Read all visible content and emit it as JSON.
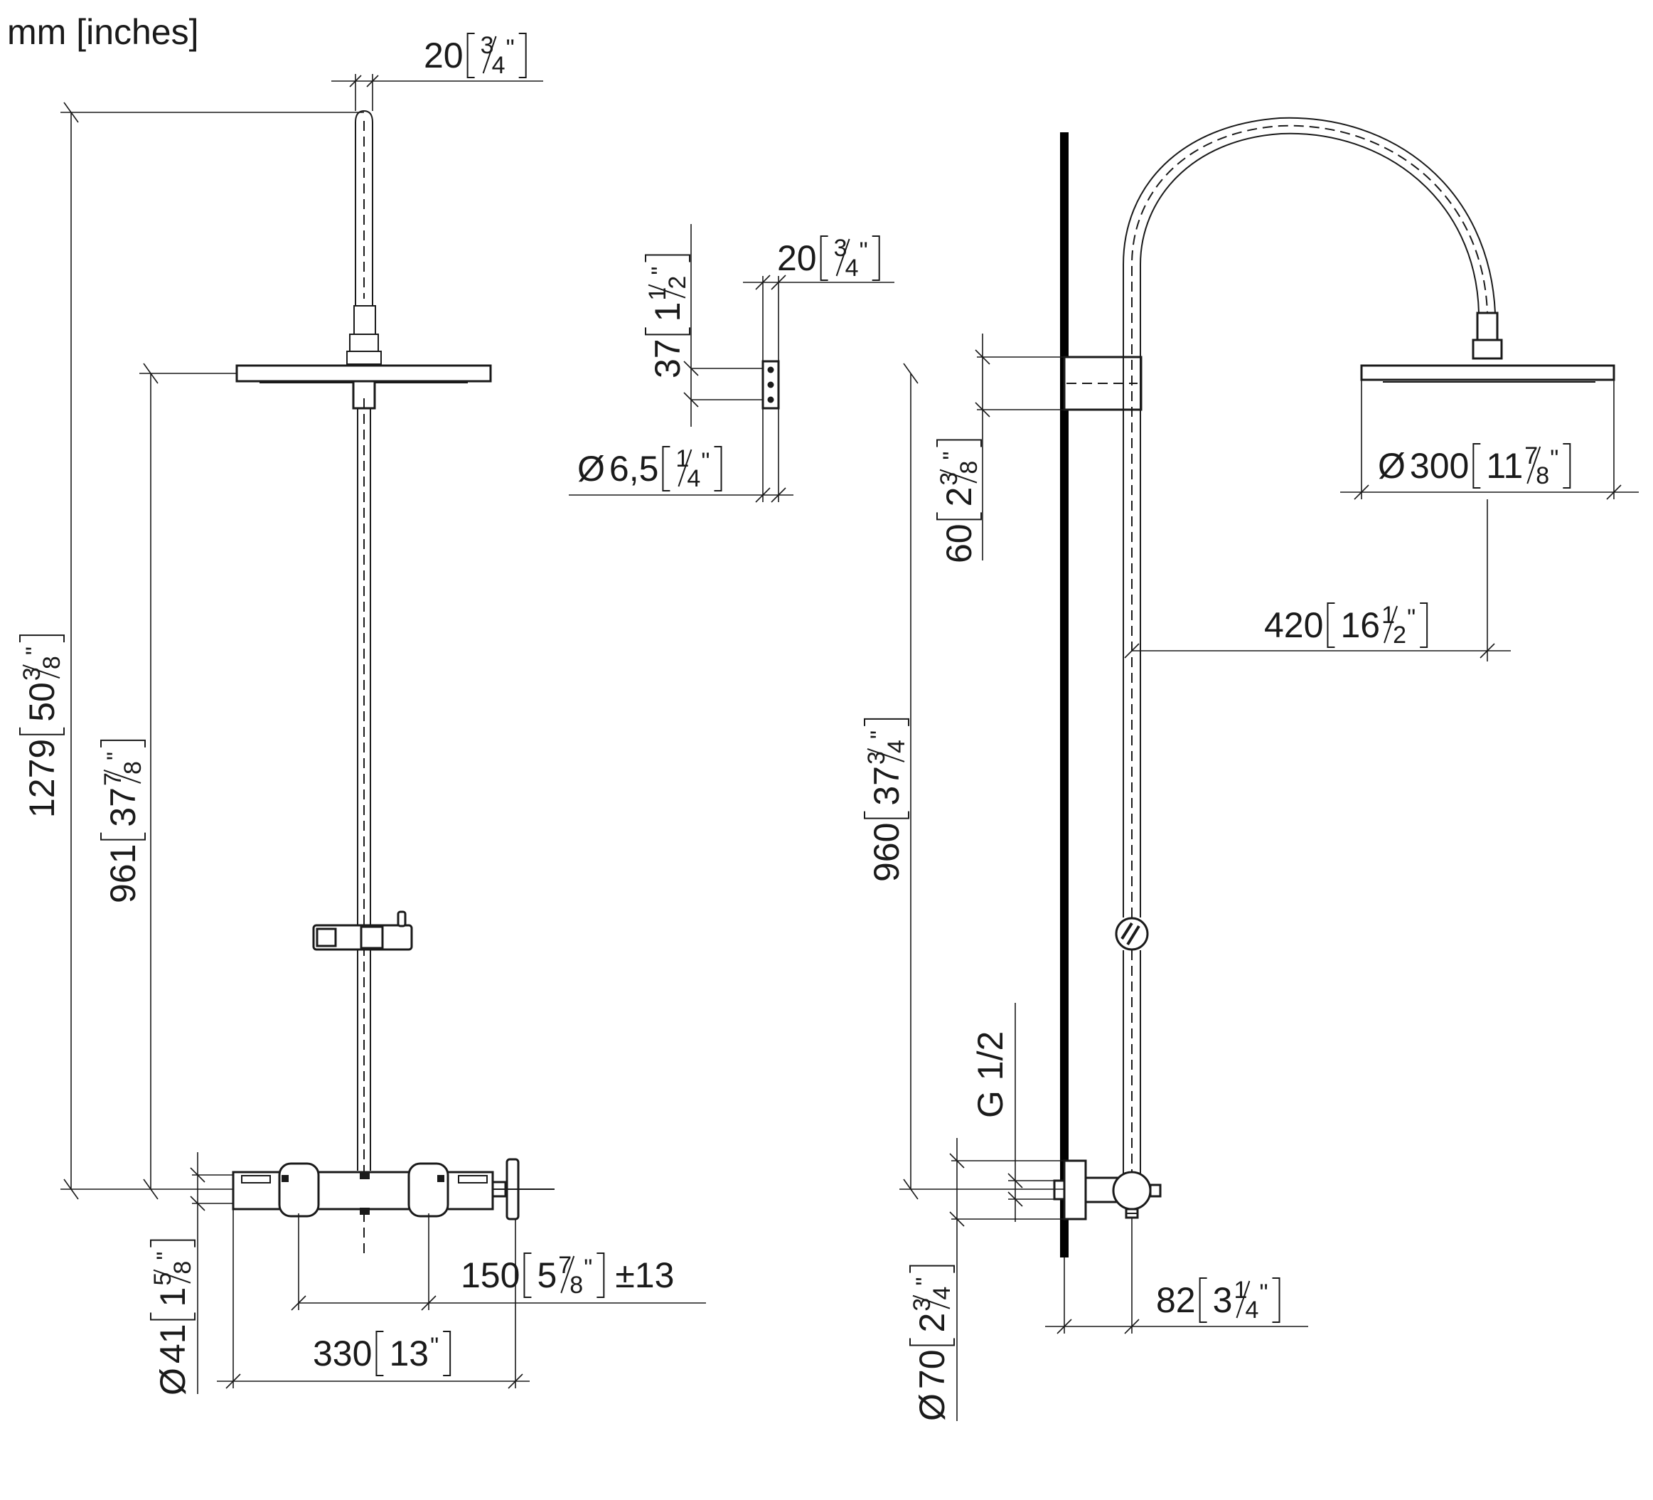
{
  "units_label": "mm [inches]",
  "dims": {
    "top_width": {
      "mm": "20",
      "w": "",
      "n": "3",
      "d": "4",
      "q": "\""
    },
    "overall_h": {
      "mm": "1279",
      "w": "50",
      "n": "3",
      "d": "8",
      "q": "\""
    },
    "head_h_left": {
      "mm": "961",
      "w": "37",
      "n": "7",
      "d": "8",
      "q": "\""
    },
    "bar_dia": {
      "prefix": "Ø",
      "mm": "41",
      "w": "1",
      "n": "5",
      "d": "8",
      "q": "\""
    },
    "centers": {
      "mm": "150",
      "w": "5",
      "n": "7",
      "d": "8",
      "q": "\"",
      "tol": "±13"
    },
    "mixer_width": {
      "mm": "330",
      "w": "13",
      "n": "",
      "d": "",
      "q": "\""
    },
    "clip_h": {
      "mm": "37",
      "w": "1",
      "n": "1",
      "d": "2",
      "q": "\""
    },
    "clip_w": {
      "mm": "20",
      "w": "",
      "n": "3",
      "d": "4",
      "q": "\""
    },
    "clip_hole": {
      "prefix": "Ø",
      "mm": "6,5",
      "w": "",
      "n": "1",
      "d": "4",
      "q": "\""
    },
    "bracket_h": {
      "mm": "60",
      "w": "2",
      "n": "3",
      "d": "8",
      "q": "\""
    },
    "head_h_right": {
      "mm": "960",
      "w": "37",
      "n": "3",
      "d": "4",
      "q": "\""
    },
    "head_dia": {
      "prefix": "Ø",
      "mm": "300",
      "w": "11",
      "n": "7",
      "d": "8",
      "q": "\""
    },
    "projection": {
      "mm": "420",
      "w": "16",
      "n": "1",
      "d": "2",
      "q": "\""
    },
    "thread": {
      "text": "G 1/2"
    },
    "flange_dia": {
      "prefix": "Ø",
      "mm": "70",
      "w": "2",
      "n": "3",
      "d": "4",
      "q": "\""
    },
    "wall_offset": {
      "mm": "82",
      "w": "3",
      "n": "1",
      "d": "4",
      "q": "\""
    }
  }
}
